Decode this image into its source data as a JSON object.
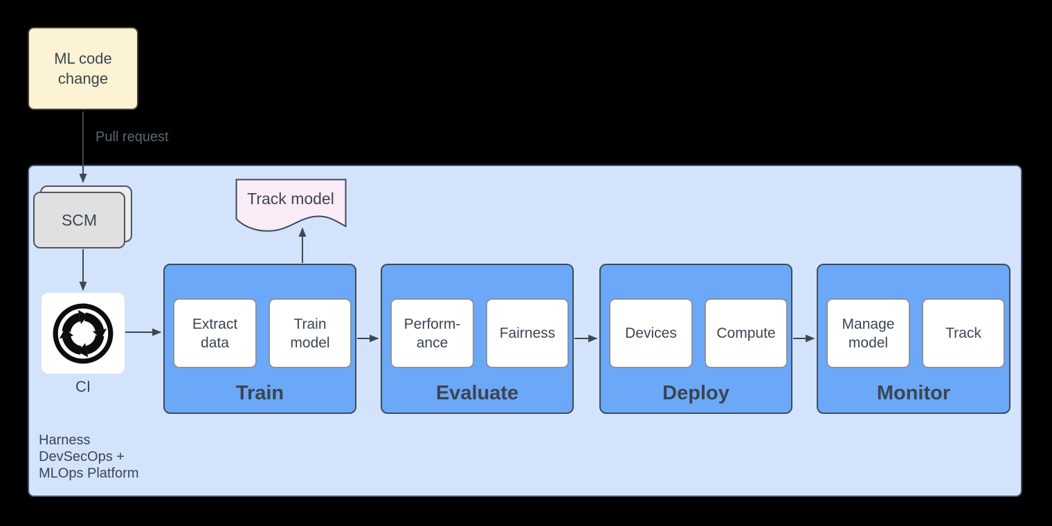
{
  "colors": {
    "canvas_bg": "#000000",
    "text": "#3B4550",
    "muted_text": "#5C6773",
    "arrow": "#3F4752",
    "note_bg": "#FCF2D4",
    "note_border": "#46413A",
    "container_bg": "#D3E3FC",
    "container_border": "#44546A",
    "stage_bg": "#6CA8F8",
    "stage_border": "#3E4A5A",
    "step_bg": "#FFFFFF",
    "step_border": "#8A929C",
    "scm_bg": "#E0E0E0",
    "scm_back_bg": "#ECECEC",
    "scm_border": "#4D565F",
    "ci_bg": "#FFFFFF",
    "ci_icon": "#0D0D0D",
    "doc_bg": "#FAECF7",
    "doc_border": "#3E4A58"
  },
  "nodes": {
    "ml_code_change": {
      "label": "ML code\nchange"
    },
    "scm": {
      "label": "SCM"
    },
    "ci": {
      "label": "CI",
      "icon": "continuous-integration-cycle-icon"
    },
    "track_model": {
      "label": "Track model"
    },
    "platform": {
      "label": "Harness\nDevSecOps +\nMLOps Platform"
    }
  },
  "stages": [
    {
      "title": "Train",
      "steps": [
        "Extract\ndata",
        "Train\nmodel"
      ]
    },
    {
      "title": "Evaluate",
      "steps": [
        "Perform-\nance",
        "Fairness"
      ]
    },
    {
      "title": "Deploy",
      "steps": [
        "Devices",
        "Compute"
      ]
    },
    {
      "title": "Monitor",
      "steps": [
        "Manage\nmodel",
        "Track"
      ]
    }
  ],
  "edges": [
    {
      "from": "ML code change",
      "to": "SCM",
      "label": "Pull request"
    },
    {
      "from": "SCM",
      "to": "CI",
      "label": ""
    },
    {
      "from": "CI",
      "to": "Train",
      "label": ""
    },
    {
      "from": "Train",
      "to": "Evaluate",
      "label": ""
    },
    {
      "from": "Evaluate",
      "to": "Deploy",
      "label": ""
    },
    {
      "from": "Deploy",
      "to": "Monitor",
      "label": ""
    },
    {
      "from": "Train",
      "to": "Track model",
      "label": ""
    }
  ]
}
